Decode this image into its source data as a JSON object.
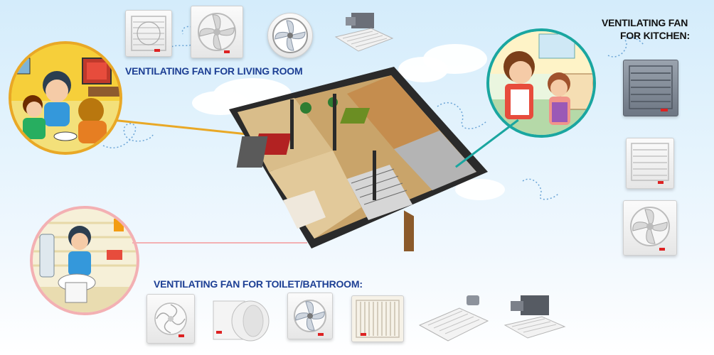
{
  "labels": {
    "living_room": "VENTILATING FAN FOR LIVING ROOM",
    "kitchen_line1": "VENTILATING FAN",
    "kitchen_line2": "FOR KITCHEN:",
    "bathroom": "VENTILATING FAN FOR TOILET/BATHROOM:"
  },
  "colors": {
    "label_blue": "#1d3f94",
    "kitchen_label": "#111111",
    "living_room_ring": "#e9a826",
    "kitchen_ring": "#1aa6a0",
    "bathroom_ring": "#f3b0b3"
  },
  "icons": {
    "fans": "ventilating-fan-icon",
    "house": "house-floor-plan-illustration"
  }
}
